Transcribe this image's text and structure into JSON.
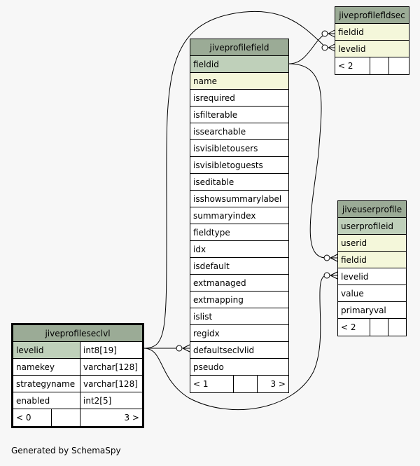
{
  "tables": {
    "jiveprofilefldsec": {
      "title": "jiveprofilefldsec",
      "columns": [
        {
          "name": "fieldid",
          "kind": "fk"
        },
        {
          "name": "levelid",
          "kind": "fk"
        }
      ],
      "footer": {
        "left": "< 2",
        "mid": "",
        "right": ""
      }
    },
    "jiveprofilefield": {
      "title": "jiveprofilefield",
      "columns": [
        {
          "name": "fieldid",
          "kind": "pk"
        },
        {
          "name": "name",
          "kind": "fk"
        },
        {
          "name": "isrequired",
          "kind": "plain"
        },
        {
          "name": "isfilterable",
          "kind": "plain"
        },
        {
          "name": "issearchable",
          "kind": "plain"
        },
        {
          "name": "isvisibletousers",
          "kind": "plain"
        },
        {
          "name": "isvisibletoguests",
          "kind": "plain"
        },
        {
          "name": "iseditable",
          "kind": "plain"
        },
        {
          "name": "isshowsummarylabel",
          "kind": "plain"
        },
        {
          "name": "summaryindex",
          "kind": "plain"
        },
        {
          "name": "fieldtype",
          "kind": "plain"
        },
        {
          "name": "idx",
          "kind": "plain"
        },
        {
          "name": "isdefault",
          "kind": "plain"
        },
        {
          "name": "extmanaged",
          "kind": "plain"
        },
        {
          "name": "extmapping",
          "kind": "plain"
        },
        {
          "name": "islist",
          "kind": "plain"
        },
        {
          "name": "regidx",
          "kind": "plain"
        },
        {
          "name": "defaultseclvlid",
          "kind": "plain"
        },
        {
          "name": "pseudo",
          "kind": "plain"
        }
      ],
      "footer": {
        "left": "< 1",
        "mid": "",
        "right": "3 >"
      }
    },
    "jiveuserprofile": {
      "title": "jiveuserprofile",
      "columns": [
        {
          "name": "userprofileid",
          "kind": "pk"
        },
        {
          "name": "userid",
          "kind": "fk"
        },
        {
          "name": "fieldid",
          "kind": "fk"
        },
        {
          "name": "levelid",
          "kind": "plain"
        },
        {
          "name": "value",
          "kind": "plain"
        },
        {
          "name": "primaryval",
          "kind": "plain"
        }
      ],
      "footer": {
        "left": "< 2",
        "mid": "",
        "right": ""
      }
    },
    "jiveprofileseclvl": {
      "title": "jiveprofileseclvl",
      "columns": [
        {
          "name": "levelid",
          "type": "int8[19]",
          "kind": "pk"
        },
        {
          "name": "namekey",
          "type": "varchar[128]",
          "kind": "plain"
        },
        {
          "name": "strategyname",
          "type": "varchar[128]",
          "kind": "plain"
        },
        {
          "name": "enabled",
          "type": "int2[5]",
          "kind": "plain"
        }
      ],
      "footer": {
        "left": "< 0",
        "mid": "",
        "right": "3 >"
      }
    }
  },
  "colors": {
    "header": "#9bab96",
    "primary_key": "#bfd0ba",
    "foreign_key": "#f4f7da",
    "background": "#f7f7f7"
  },
  "footer_text": "Generated by SchemaSpy"
}
